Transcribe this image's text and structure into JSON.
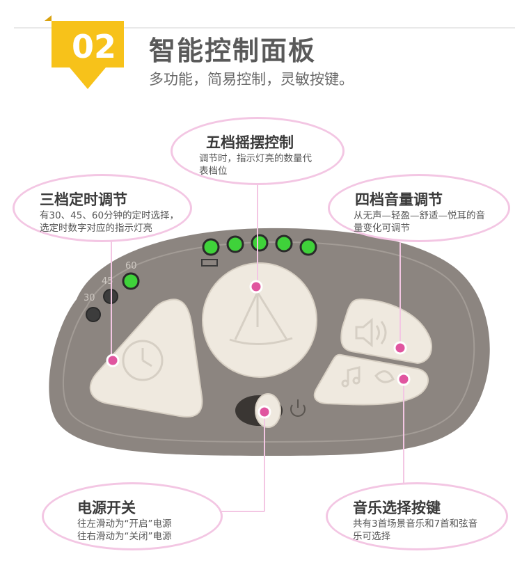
{
  "header": {
    "badge_number": "02",
    "title": "智能控制面板",
    "subtitle": "多功能，简易控制，灵敏按键。"
  },
  "callouts": {
    "swing": {
      "title": "五档摇摆控制",
      "desc_line1": "调节时，指示灯亮的数量代",
      "desc_line2": "表档位"
    },
    "timer": {
      "title": "三档定时调节",
      "desc_line1": "有30、45、60分钟的定时选择，",
      "desc_line2": "选定时数字对应的指示灯亮"
    },
    "volume": {
      "title": "四档音量调节",
      "desc_line1": "从无声—轻盈—舒适—悦耳的音",
      "desc_line2": "量变化可调节"
    },
    "power": {
      "title": "电源开关",
      "desc_line1": "往左滑动为“开启”电源",
      "desc_line2": "往右滑动为“关闭”电源"
    },
    "music": {
      "title": "音乐选择按键",
      "desc_line1": "共有3首场景音乐和7首和弦音",
      "desc_line2": "乐可选择"
    }
  },
  "panel": {
    "timer_labels": [
      "30",
      "45",
      "60"
    ],
    "swing_leds_lit": 5
  },
  "colors": {
    "accent_yellow": "#f7c21a",
    "callout_border": "#f3c6e3",
    "pointer_pink": "#e0559f",
    "panel_gray": "#8c8580",
    "button_cream": "#efe9df",
    "led_green": "#3fd23a"
  }
}
